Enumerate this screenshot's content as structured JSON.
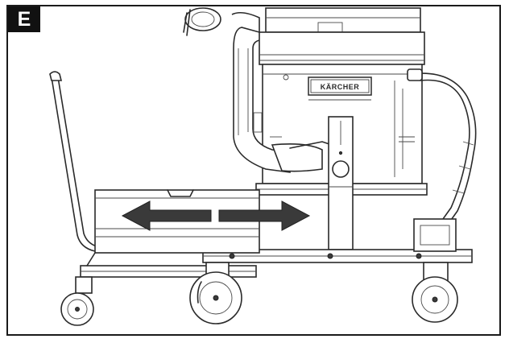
{
  "figure": {
    "panel_label": "E",
    "brand_plate_text": "KÄRCHER",
    "direction_arrow": "double-arrow-left-right"
  }
}
